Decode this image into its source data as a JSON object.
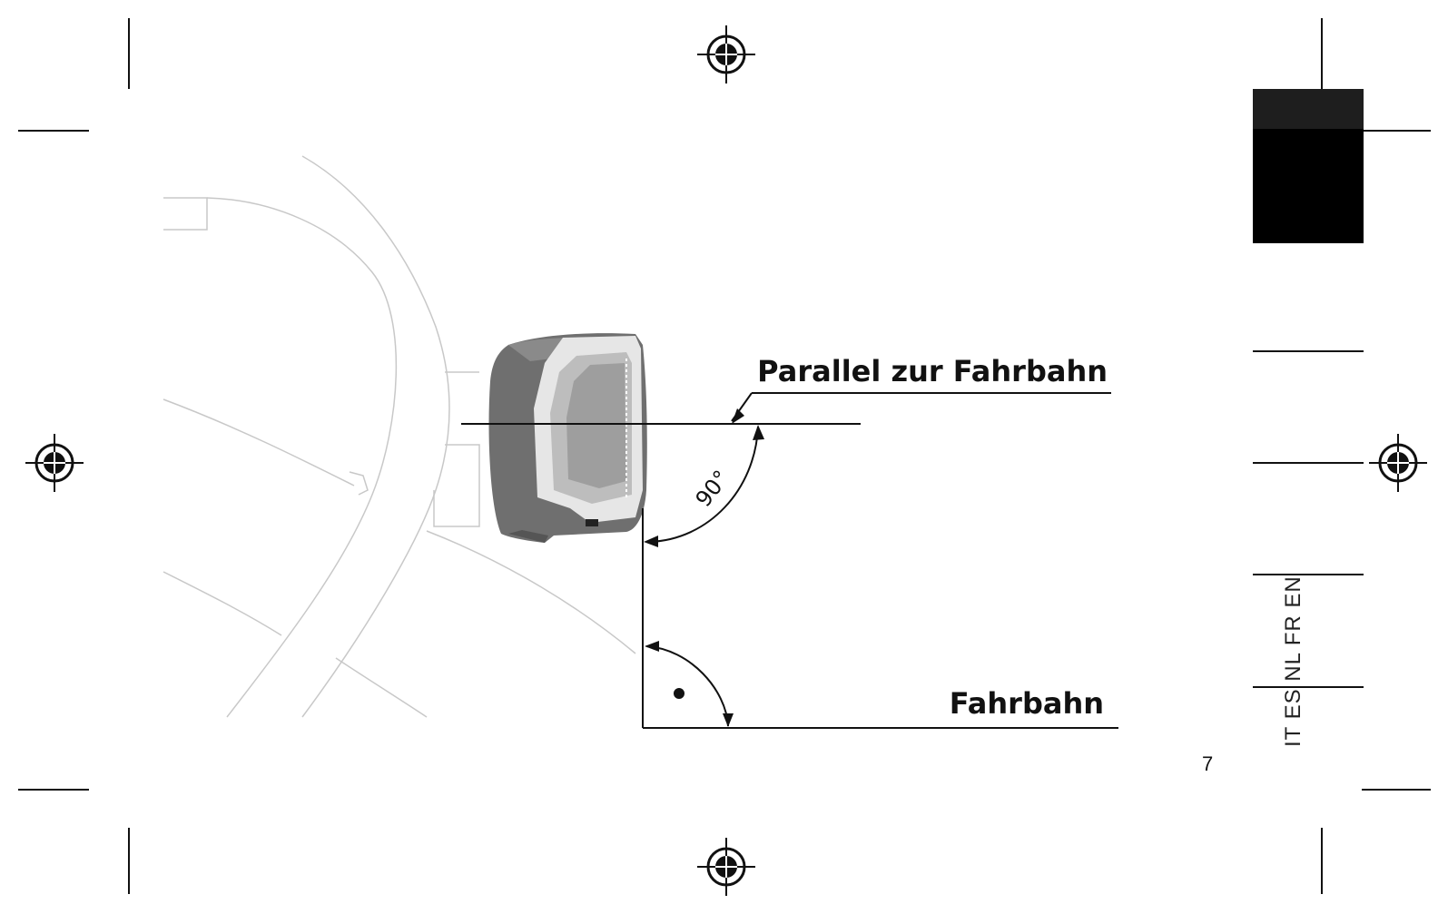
{
  "labels": {
    "parallel": "Parallel zur Fahrbahn",
    "road": "Fahrbahn",
    "angle": "90°"
  },
  "page_number": "7",
  "language_tabs": [
    "IT",
    "ES",
    "NL",
    "FR",
    "EN"
  ],
  "colors": {
    "ink": "#111111",
    "road_lines": "#c8c8c8",
    "device_dark": "#6f6f6f",
    "device_light": "#d9d9d9",
    "marker_block": "#000000"
  }
}
